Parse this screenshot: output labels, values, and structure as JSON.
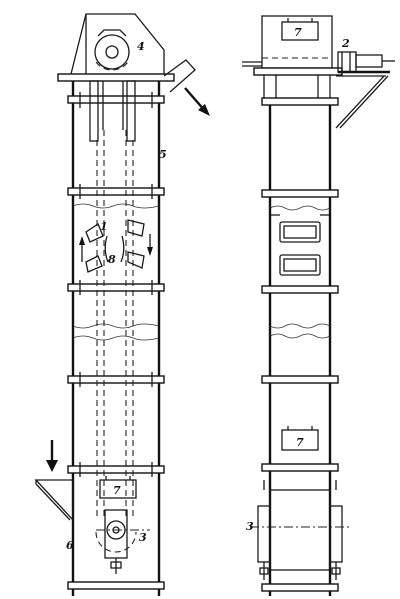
{
  "labels": {
    "bucket": "1",
    "drive": "2",
    "tension_device": "3",
    "head": "4",
    "casing": "5",
    "boot": "6",
    "hatch": "7",
    "belt": "8"
  }
}
